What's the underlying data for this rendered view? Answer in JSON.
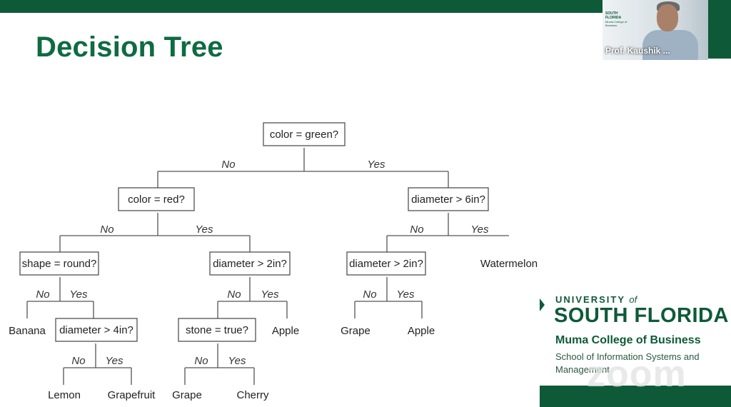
{
  "slide": {
    "title": "Decision Tree"
  },
  "tree": {
    "nodes": {
      "root": "color = green?",
      "color_red": "color = red?",
      "diameter_6in": "diameter > 6in?",
      "shape_round": "shape = round?",
      "diameter_2in_a": "diameter > 2in?",
      "diameter_2in_b": "diameter > 2in?",
      "diameter_4in": "diameter > 4in?",
      "stone_true": "stone = true?"
    },
    "edges": {
      "no": "No",
      "yes": "Yes"
    },
    "leaves": {
      "banana": "Banana",
      "lemon": "Lemon",
      "grapefruit": "Grapefruit",
      "grape_a": "Grape",
      "cherry": "Cherry",
      "apple_a": "Apple",
      "grape_b": "Grape",
      "apple_b": "Apple",
      "watermelon": "Watermelon"
    }
  },
  "video": {
    "participant_name": "Prof. Kaushik ...",
    "bg_logo_line1": "SOUTH FLORIDA",
    "bg_logo_line2": "Muma College of Business"
  },
  "branding": {
    "university": "UNIVERSITY",
    "of": "of",
    "name": "SOUTH FLORIDA",
    "college": "Muma College of Business",
    "school": "School of Information Systems and Management",
    "watermark": "zoom"
  },
  "colors": {
    "usf_green": "#0e5a38",
    "title_green": "#0e6b42"
  }
}
